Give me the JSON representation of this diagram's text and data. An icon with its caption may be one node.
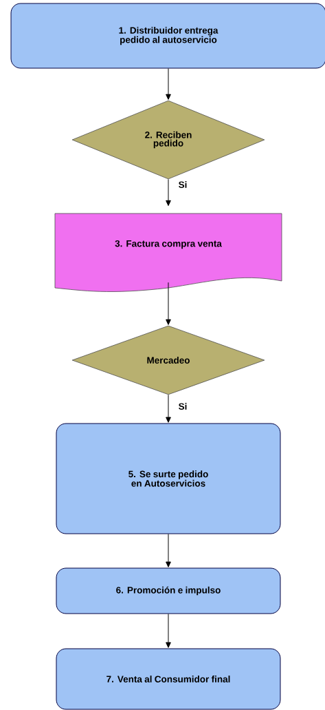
{
  "diagram": {
    "nodes": [
      {
        "text": [
          "1. Distribuidor entrega pedido al autoservicio"
        ]
      },
      {
        "text": [
          "2. Reciben pedido"
        ]
      },
      {
        "text": [
          "3. Factura compra venta"
        ]
      },
      {
        "text": [
          "Mercadeo"
        ]
      },
      {
        "text": [
          "5. Se surte pedido en Autoservicios"
        ]
      },
      {
        "text": [
          "6. Promoción e impulso"
        ]
      },
      {
        "text": [
          "7. Venta al Consumidor final"
        ]
      }
    ],
    "edges": [
      {
        "from": 0,
        "to": 1,
        "arrow": "to"
      },
      {
        "from": 1,
        "to": 2,
        "arrow": "to",
        "label": "Si"
      },
      {
        "from": 2,
        "to": 3,
        "arrow": "to"
      },
      {
        "from": 3,
        "to": 4,
        "arrow": "to",
        "label": "Si"
      },
      {
        "from": 4,
        "to": 5,
        "arrow": "to"
      },
      {
        "from": 5,
        "to": 6,
        "arrow": "to"
      }
    ]
  }
}
